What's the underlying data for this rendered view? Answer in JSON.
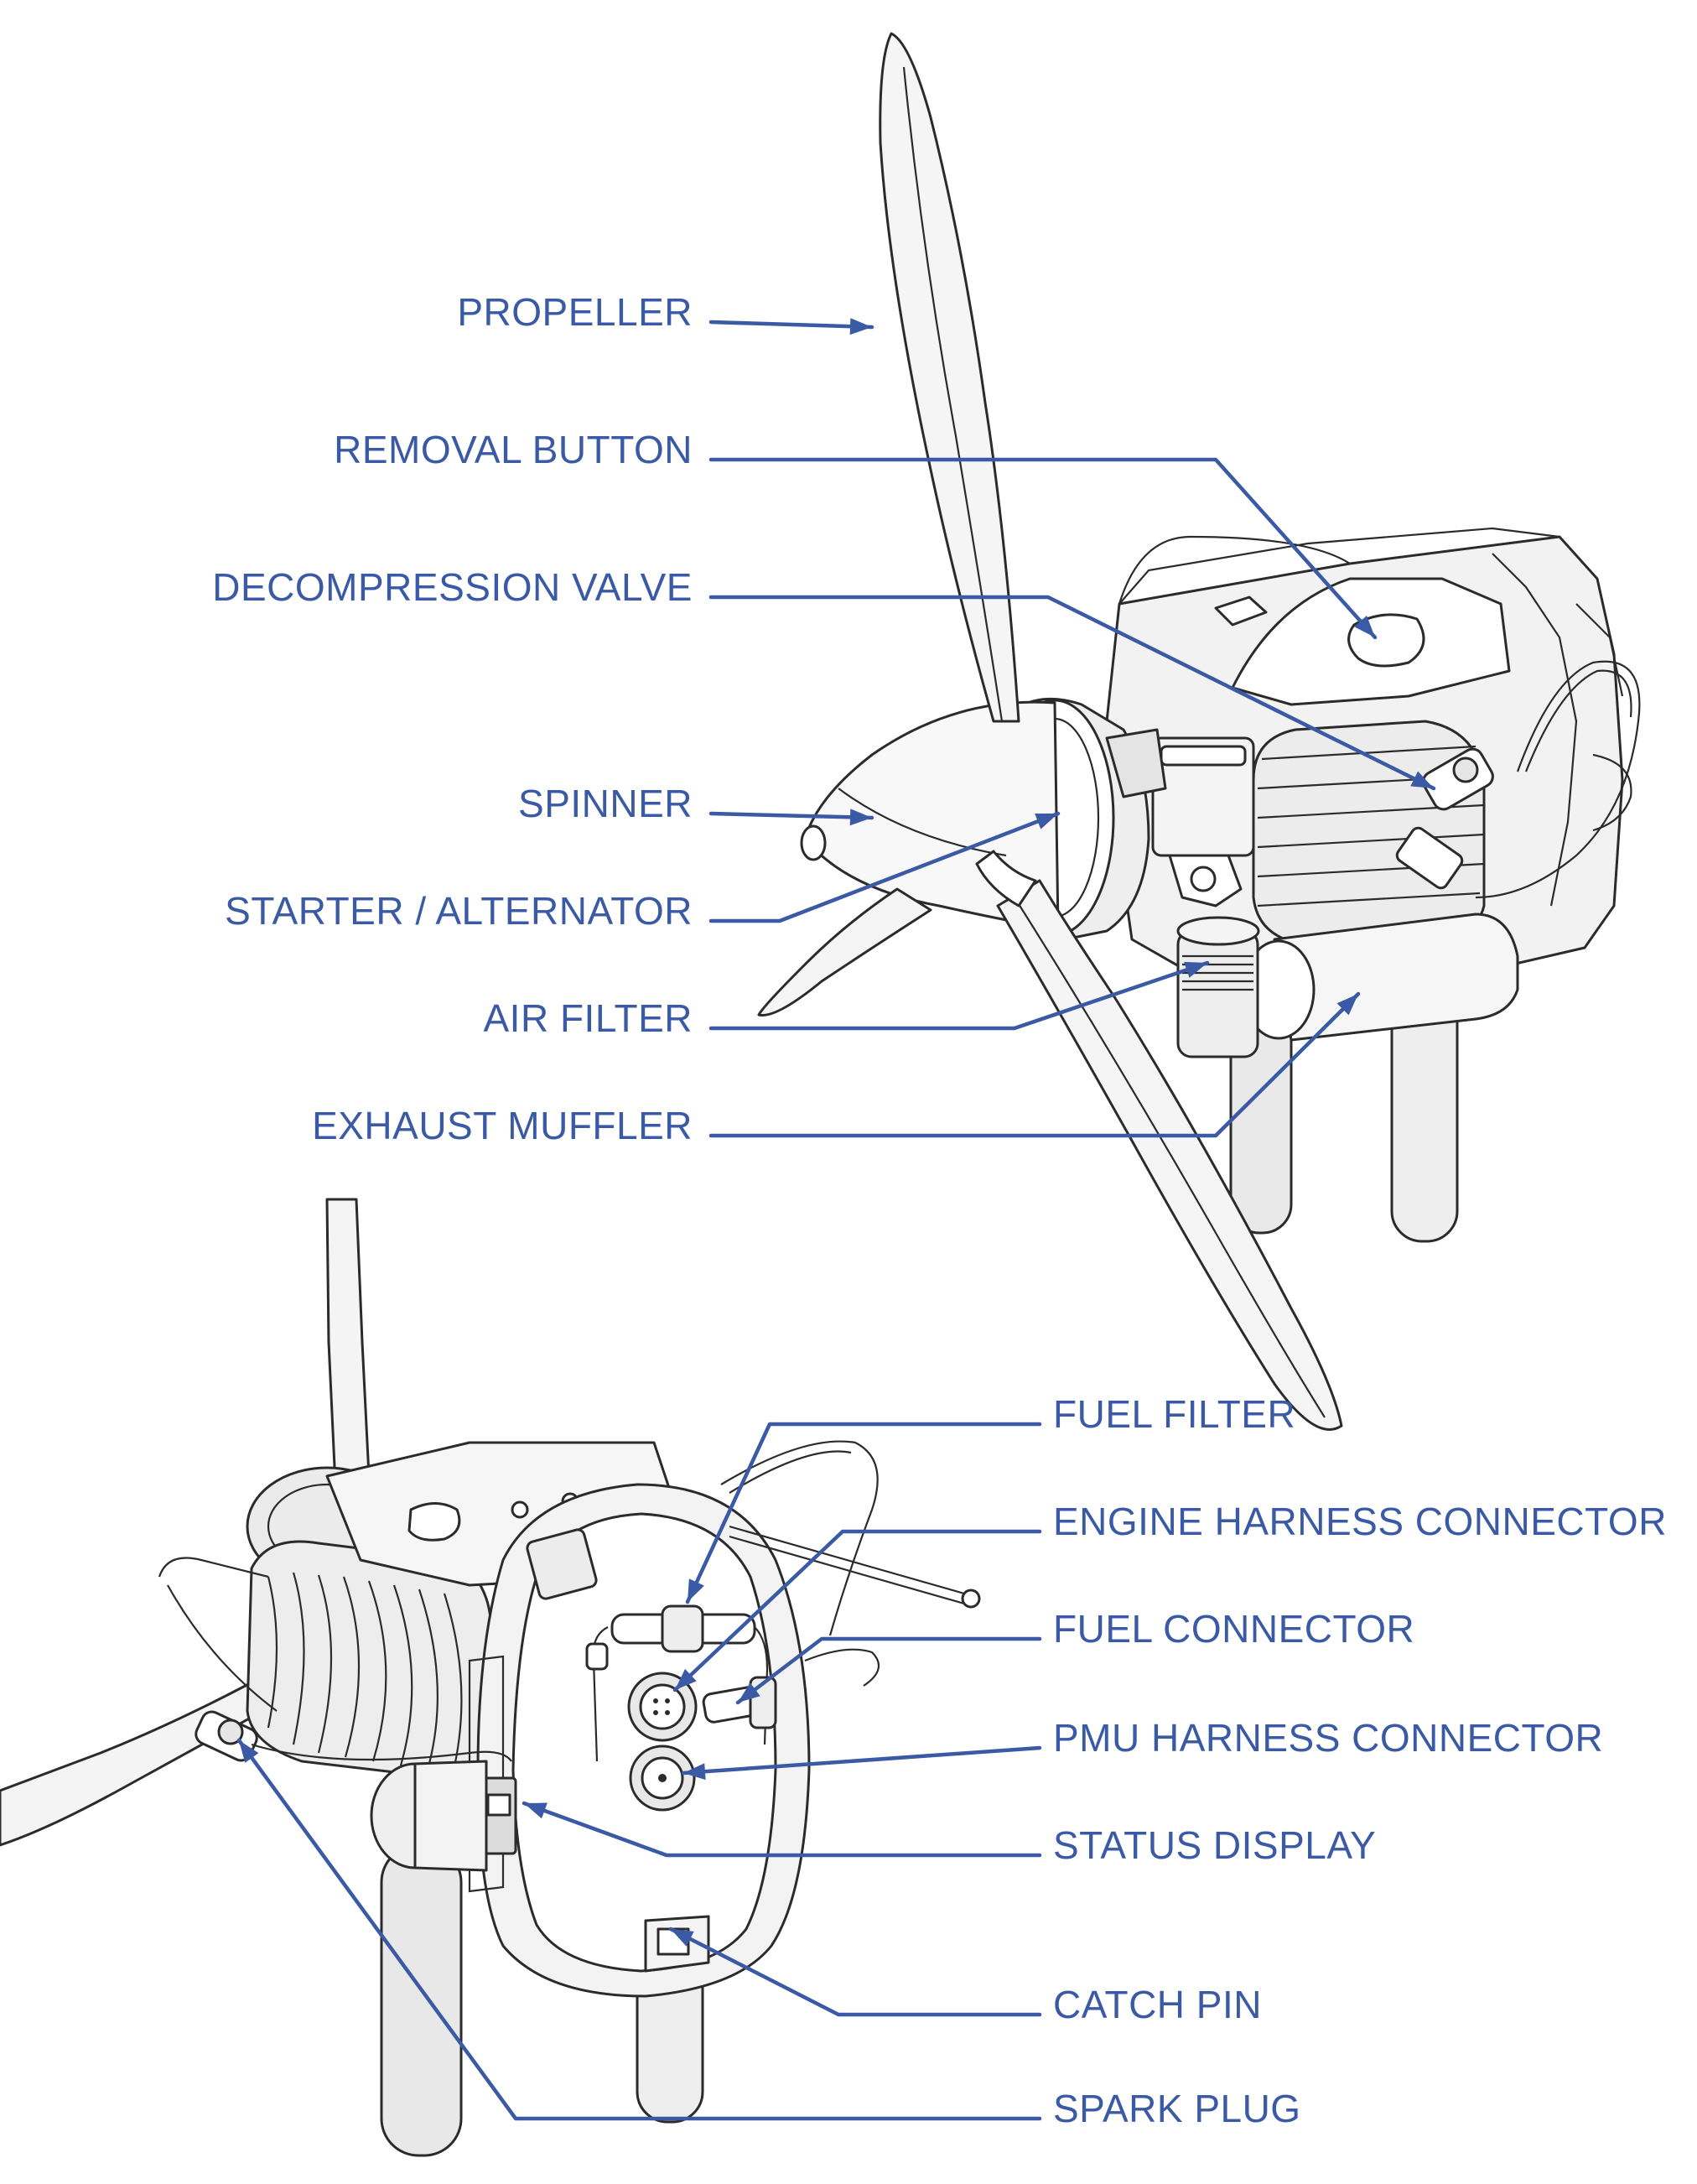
{
  "colors": {
    "label": "#3a5aa5",
    "leader": "#3a5aa5",
    "part_fill": "#f2f2f2",
    "part_shade": "#dcdcdc",
    "outline": "#2b2b2b"
  },
  "labels": {
    "propeller": "PROPELLER",
    "removal_button": "REMOVAL BUTTON",
    "decompression_valve": "DECOMPRESSION VALVE",
    "spinner": "SPINNER",
    "starter_alternator": "STARTER / ALTERNATOR",
    "air_filter": "AIR FILTER",
    "exhaust_muffler": "EXHAUST MUFFLER",
    "fuel_filter": "FUEL FILTER",
    "engine_harness_connector": "ENGINE HARNESS CONNECTOR",
    "fuel_connector": "FUEL CONNECTOR",
    "pmu_harness_connector": "PMU HARNESS CONNECTOR",
    "status_display": "STATUS DISPLAY",
    "catch_pin": "CATCH PIN",
    "spark_plug": "SPARK PLUG"
  }
}
